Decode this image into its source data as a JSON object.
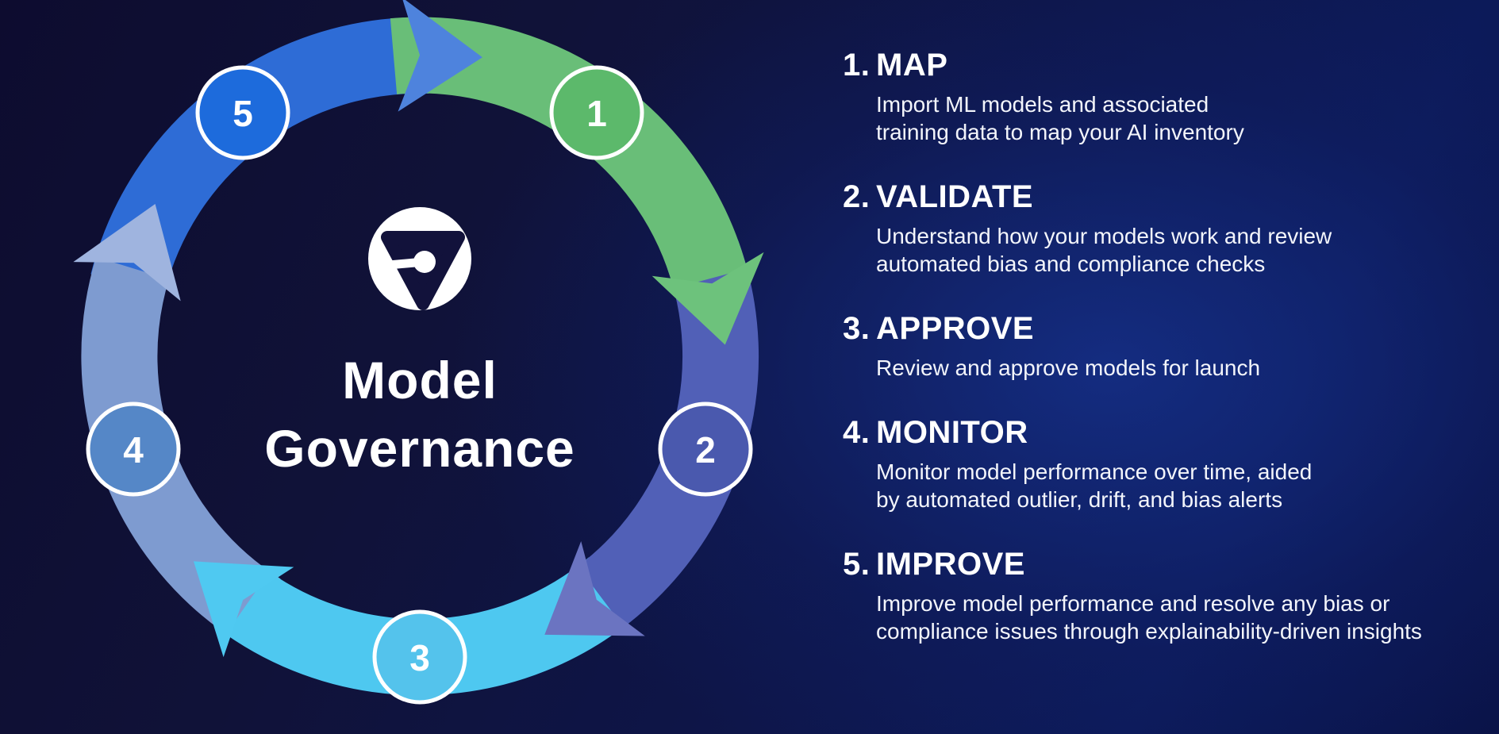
{
  "cycle": {
    "center_title_line1": "Model",
    "center_title_line2": "Governance",
    "badges": [
      {
        "label": "1",
        "color": "#5CB96B"
      },
      {
        "label": "2",
        "color": "#4A59AE"
      },
      {
        "label": "3",
        "color": "#54C3EC"
      },
      {
        "label": "4",
        "color": "#5587C7"
      },
      {
        "label": "5",
        "color": "#1D6BDC"
      }
    ],
    "segments": [
      {
        "step": "map",
        "band_color": "#69BE78",
        "arrow_color": "#6DC27C"
      },
      {
        "step": "validate",
        "band_color": "#5160B7",
        "arrow_color": "#6B74C1"
      },
      {
        "step": "approve",
        "band_color": "#4EC8F0",
        "arrow_color": "#4FC9F1"
      },
      {
        "step": "monitor",
        "band_color": "#7E9BD0",
        "arrow_color": "#9FB4DF"
      },
      {
        "step": "improve",
        "band_color": "#2E6CD6",
        "arrow_color": "#4E83DD"
      }
    ]
  },
  "steps": [
    {
      "number": "1.",
      "title": "MAP",
      "description": "Import ML models and associated\ntraining data to map your AI inventory"
    },
    {
      "number": "2.",
      "title": "VALIDATE",
      "description": "Understand how your models work and review\nautomated bias and compliance checks"
    },
    {
      "number": "3.",
      "title": "APPROVE",
      "description": "Review and approve models for launch"
    },
    {
      "number": "4.",
      "title": "MONITOR",
      "description": "Monitor model performance over time, aided\nby automated outlier, drift, and bias alerts"
    },
    {
      "number": "5.",
      "title": "IMPROVE",
      "description": "Improve model performance and resolve any bias or\ncompliance issues through explainability-driven insights"
    }
  ],
  "theme": {
    "background_dark": "#0D0C2F",
    "background_glow": "#16328E",
    "text_color": "#FFFFFF",
    "logo_triangle_color": "#12123B"
  }
}
